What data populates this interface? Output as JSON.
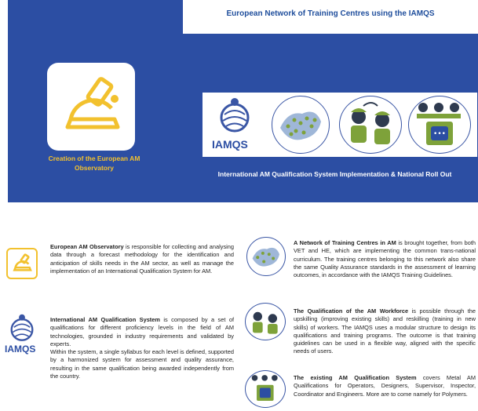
{
  "header": {
    "title": "European Network of Training Centres using the IAMQS"
  },
  "left_panel": {
    "caption_line1": "Creation of the European AM",
    "caption_line2": "Observatory"
  },
  "right_panel": {
    "logo_text": "IAMQS",
    "caption": "International AM Qualification System Implementation & National Roll Out"
  },
  "blocks": {
    "observatory": {
      "bold": "European AM Observatory",
      "text": " is responsible for collecting and analysing data through a forecast methodology for the identification and anticipation of skills needs in the AM sector, as well as manage the implementation of an International Qualification System for AM."
    },
    "iamqs": {
      "logo_text": "IAMQS",
      "bold": "International AM Qualification System",
      "text1": " is composed by a set of qualifications for different proficiency levels in the field of AM technologies, grounded in industry requirements and validated by experts.",
      "text2": "Within the system, a single syllabus for each level is defined, supported by a harmonized system for assessment and quality assurance, resulting in the same qualification being awarded independently from the country."
    },
    "network": {
      "bold": "A Network of Training Centres in AM",
      "text": " is brought together, from both VET and HE, which are implementing the common trans-national curriculum. The training centres belonging to this network also share the same Quality Assurance standards in the assessment of learning outcomes, in accordance with the IAMQS Training Guidelines."
    },
    "workforce": {
      "bold": "The Qualification of the AM Workforce",
      "text": " is possible through the upskilling (improving existing skills) and reskilling (training in new skills) of workers. The IAMQS uses a modular structure to design its qualifications and training programs. The outcome is that training guidelines can be used in a flexible way, aligned with the specific needs of users."
    },
    "existing": {
      "bold": "The existing AM Qualification System",
      "text": " covers Metal AM Qualifications for Operators, Designers, Supervisor, Inspector, Coordinator and Engineers. More are to come namely for Polymers."
    }
  },
  "colors": {
    "blue": "#2c4ea3",
    "yellow": "#f2c12e",
    "green": "#7ea23a"
  },
  "icons": [
    "microscope-icon",
    "iamqs-logo-icon",
    "europe-map-icon",
    "workers-icon",
    "machines-icon"
  ]
}
